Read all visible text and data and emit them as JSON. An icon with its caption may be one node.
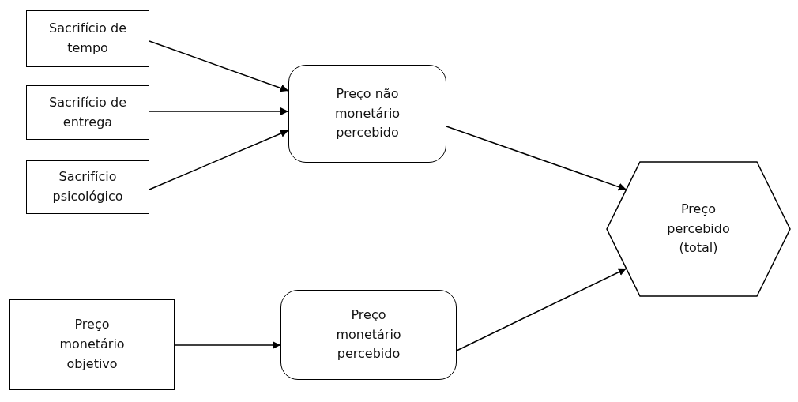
{
  "diagram": {
    "nodes": [
      {
        "text": [
          "Sacrifício de tempo"
        ]
      },
      {
        "text": [
          "Sacrifício de entrega"
        ]
      },
      {
        "text": [
          "Sacrifício psicológico"
        ]
      },
      {
        "text": [
          "Preço não monetário percebido"
        ]
      },
      {
        "text": [
          "Preço percebido (total)"
        ]
      },
      {
        "text": [
          "Preço monetário objetivo"
        ]
      },
      {
        "text": [
          "Preço monetário percebido"
        ]
      }
    ],
    "edges": [
      {
        "from": 0,
        "to": 3,
        "arrow": "to"
      },
      {
        "from": 1,
        "to": 3,
        "arrow": "to"
      },
      {
        "from": 2,
        "to": 3,
        "arrow": "to"
      },
      {
        "from": 3,
        "to": 4,
        "arrow": "to"
      },
      {
        "from": 5,
        "to": 6,
        "arrow": "to"
      },
      {
        "from": 6,
        "to": 4,
        "arrow": "to"
      }
    ]
  }
}
